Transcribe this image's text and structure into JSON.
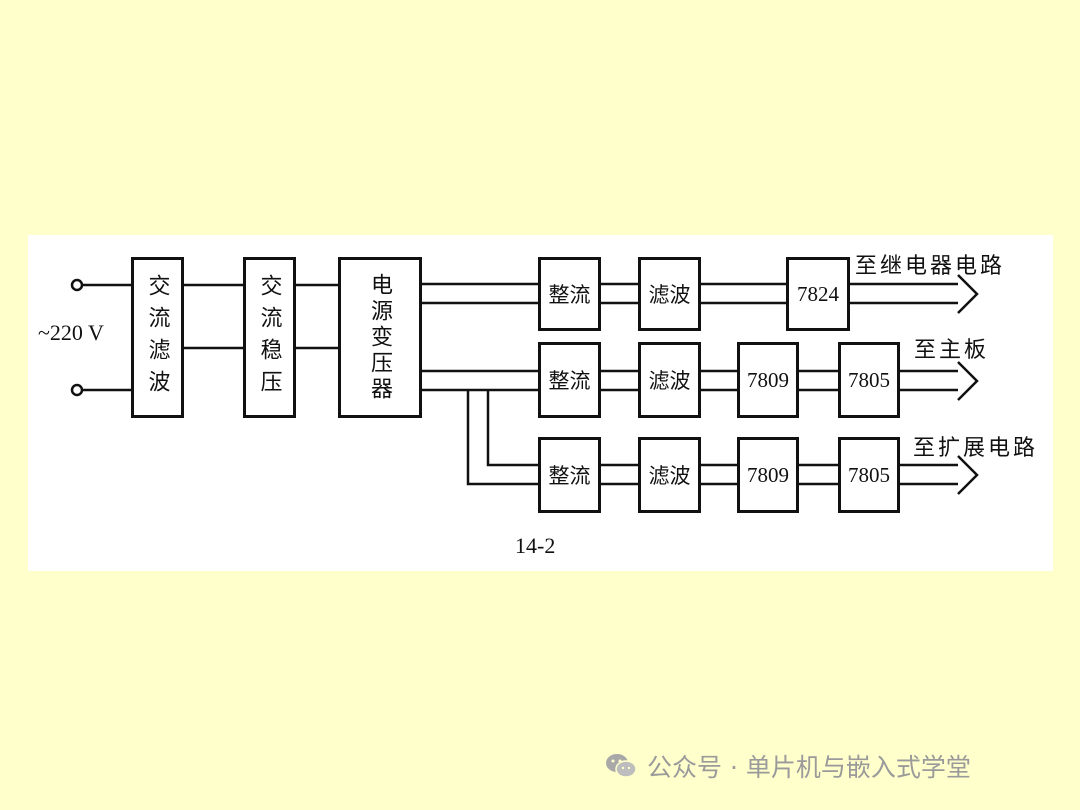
{
  "input_label": "~220 V",
  "blocks": {
    "ac_filter": "交流滤波",
    "ac_regulator": "交流稳压",
    "transformer": "电源变压器"
  },
  "rows": [
    {
      "rectifier": "整流",
      "filter": "滤波",
      "reg1": "",
      "reg2": "7824",
      "destination": "至继电器电路"
    },
    {
      "rectifier": "整流",
      "filter": "滤波",
      "reg1": "7809",
      "reg2": "7805",
      "destination": "至主板"
    },
    {
      "rectifier": "整流",
      "filter": "滤波",
      "reg1": "7809",
      "reg2": "7805",
      "destination": "至扩展电路"
    }
  ],
  "figure_label": "14-2",
  "watermark": {
    "icon": "wechat-icon",
    "text": "公众号 · 单片机与嵌入式学堂"
  },
  "colors": {
    "background": "#FFFFCC",
    "panel": "#FFFFFF",
    "lines": "#111111",
    "watermark": "#9A9A9A"
  }
}
